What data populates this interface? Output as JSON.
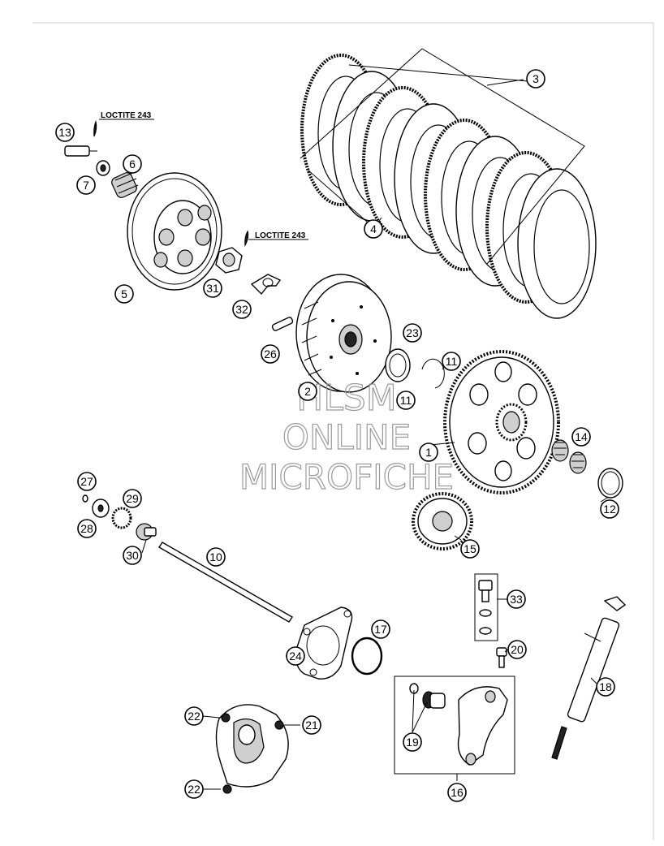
{
  "notes": {
    "loctite_top": "LOCTITE 243",
    "loctite_mid": "LOCTITE 243"
  },
  "watermark": {
    "line1": "HLSM",
    "line2": "ONLINE",
    "line3": "MICROFICHE"
  },
  "callouts": [
    {
      "id": "c1",
      "label": "1"
    },
    {
      "id": "c2",
      "label": "2"
    },
    {
      "id": "c3",
      "label": "3"
    },
    {
      "id": "c4",
      "label": "4"
    },
    {
      "id": "c5",
      "label": "5"
    },
    {
      "id": "c6",
      "label": "6"
    },
    {
      "id": "c7",
      "label": "7"
    },
    {
      "id": "c10",
      "label": "10"
    },
    {
      "id": "c11a",
      "label": "11"
    },
    {
      "id": "c11b",
      "label": "11"
    },
    {
      "id": "c12",
      "label": "12"
    },
    {
      "id": "c13",
      "label": "13"
    },
    {
      "id": "c14",
      "label": "14"
    },
    {
      "id": "c15",
      "label": "15"
    },
    {
      "id": "c16",
      "label": "16"
    },
    {
      "id": "c17",
      "label": "17"
    },
    {
      "id": "c18",
      "label": "18"
    },
    {
      "id": "c19",
      "label": "19"
    },
    {
      "id": "c20",
      "label": "20"
    },
    {
      "id": "c21",
      "label": "21"
    },
    {
      "id": "c22a",
      "label": "22"
    },
    {
      "id": "c22b",
      "label": "22"
    },
    {
      "id": "c23",
      "label": "23"
    },
    {
      "id": "c24",
      "label": "24"
    },
    {
      "id": "c26",
      "label": "26"
    },
    {
      "id": "c27",
      "label": "27"
    },
    {
      "id": "c28",
      "label": "28"
    },
    {
      "id": "c29",
      "label": "29"
    },
    {
      "id": "c30",
      "label": "30"
    },
    {
      "id": "c31",
      "label": "31"
    },
    {
      "id": "c32",
      "label": "32"
    },
    {
      "id": "c33",
      "label": "33"
    }
  ]
}
